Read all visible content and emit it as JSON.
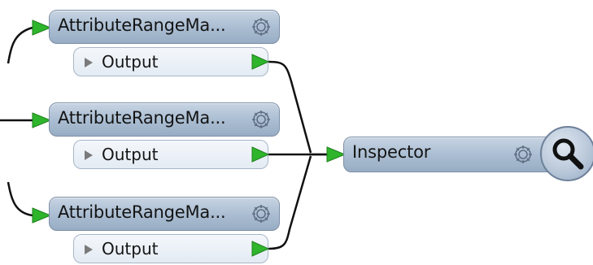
{
  "transformers": [
    {
      "title": "AttributeRangeMa...",
      "output_label": "Output"
    },
    {
      "title": "AttributeRangeMa...",
      "output_label": "Output"
    },
    {
      "title": "AttributeRangeMa...",
      "output_label": "Output"
    }
  ],
  "inspector": {
    "title": "Inspector"
  },
  "icons": {
    "gear": "gear-icon",
    "expand": "triangle-right-icon",
    "connection": "green-arrow-port-icon",
    "inspect": "magnifier-icon"
  },
  "colors": {
    "canvas": "#ffffff",
    "node_fill": "#a9bcd1",
    "node_border": "#7d8fa6",
    "port_fill": "#eef3f8",
    "port_arrow": "#2fb52c",
    "wire": "#111111"
  }
}
